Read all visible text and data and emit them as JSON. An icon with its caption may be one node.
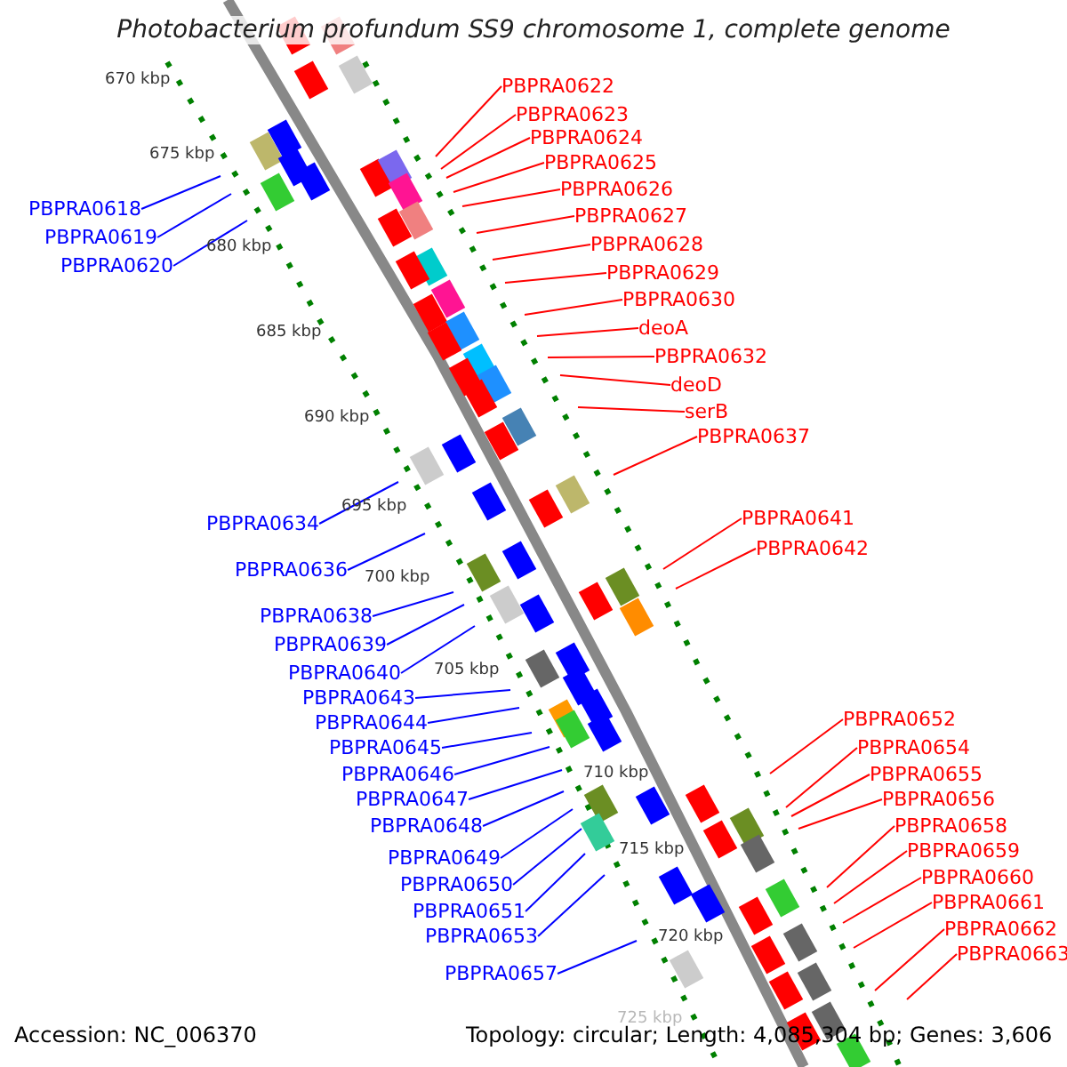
{
  "diagram": {
    "title": "Photobacterium profundum SS9 chromosome 1, complete genome",
    "nodes": [
      {
        "text": [
          "PBPRA0618"
        ]
      },
      {
        "text": [
          "PBPRA0619"
        ]
      },
      {
        "text": [
          "PBPRA0620"
        ]
      },
      {
        "text": [
          "PBPRA0634"
        ]
      },
      {
        "text": [
          "PBPRA0636"
        ]
      },
      {
        "text": [
          "PBPRA0638"
        ]
      },
      {
        "text": [
          "PBPRA0639"
        ]
      },
      {
        "text": [
          "PBPRA0640"
        ]
      },
      {
        "text": [
          "PBPRA0643"
        ]
      },
      {
        "text": [
          "PBPRA0644"
        ]
      },
      {
        "text": [
          "PBPRA0645"
        ]
      },
      {
        "text": [
          "PBPRA0646"
        ]
      },
      {
        "text": [
          "PBPRA0647"
        ]
      },
      {
        "text": [
          "PBPRA0648"
        ]
      },
      {
        "text": [
          "PBPRA0649"
        ]
      },
      {
        "text": [
          "PBPRA0650"
        ]
      },
      {
        "text": [
          "PBPRA0651"
        ]
      },
      {
        "text": [
          "PBPRA0653"
        ]
      },
      {
        "text": [
          "PBPRA0657"
        ]
      },
      {
        "text": [
          "PBPRA0622"
        ]
      },
      {
        "text": [
          "PBPRA0623"
        ]
      },
      {
        "text": [
          "PBPRA0624"
        ]
      },
      {
        "text": [
          "PBPRA0625"
        ]
      },
      {
        "text": [
          "PBPRA0626"
        ]
      },
      {
        "text": [
          "PBPRA0627"
        ]
      },
      {
        "text": [
          "PBPRA0628"
        ]
      },
      {
        "text": [
          "PBPRA0629"
        ]
      },
      {
        "text": [
          "PBPRA0630"
        ]
      },
      {
        "text": [
          "deoA"
        ]
      },
      {
        "text": [
          "PBPRA0632"
        ]
      },
      {
        "text": [
          "deoD"
        ]
      },
      {
        "text": [
          "serB"
        ]
      },
      {
        "text": [
          "PBPRA0637"
        ]
      },
      {
        "text": [
          "PBPRA0641"
        ]
      },
      {
        "text": [
          "PBPRA0642"
        ]
      },
      {
        "text": [
          "PBPRA0652"
        ]
      },
      {
        "text": [
          "PBPRA0654"
        ]
      },
      {
        "text": [
          "PBPRA0655"
        ]
      },
      {
        "text": [
          "PBPRA0656"
        ]
      },
      {
        "text": [
          "PBPRA0658"
        ]
      },
      {
        "text": [
          "PBPRA0659"
        ]
      },
      {
        "text": [
          "PBPRA0660"
        ]
      },
      {
        "text": [
          "PBPRA0661"
        ]
      },
      {
        "text": [
          "PBPRA0662"
        ]
      },
      {
        "text": [
          "PBPRA0663"
        ]
      }
    ],
    "edges": [
      {
        "from": 0,
        "to": null,
        "arrow": "none",
        "color": "#0000ff"
      },
      {
        "from": 1,
        "to": null,
        "arrow": "none",
        "color": "#0000ff"
      },
      {
        "from": 2,
        "to": null,
        "arrow": "none",
        "color": "#0000ff"
      },
      {
        "from": 3,
        "to": null,
        "arrow": "none",
        "color": "#0000ff"
      },
      {
        "from": 4,
        "to": null,
        "arrow": "none",
        "color": "#0000ff"
      },
      {
        "from": 5,
        "to": null,
        "arrow": "none",
        "color": "#0000ff"
      },
      {
        "from": 6,
        "to": null,
        "arrow": "none",
        "color": "#0000ff"
      },
      {
        "from": 7,
        "to": null,
        "arrow": "none",
        "color": "#0000ff"
      },
      {
        "from": 8,
        "to": null,
        "arrow": "none",
        "color": "#0000ff"
      },
      {
        "from": 9,
        "to": null,
        "arrow": "none",
        "color": "#0000ff"
      },
      {
        "from": 10,
        "to": null,
        "arrow": "none",
        "color": "#0000ff"
      },
      {
        "from": 11,
        "to": null,
        "arrow": "none",
        "color": "#0000ff"
      },
      {
        "from": 12,
        "to": null,
        "arrow": "none",
        "color": "#0000ff"
      },
      {
        "from": 13,
        "to": null,
        "arrow": "none",
        "color": "#0000ff"
      },
      {
        "from": 14,
        "to": null,
        "arrow": "none",
        "color": "#0000ff"
      },
      {
        "from": 15,
        "to": null,
        "arrow": "none",
        "color": "#0000ff"
      },
      {
        "from": 16,
        "to": null,
        "arrow": "none",
        "color": "#0000ff"
      },
      {
        "from": 17,
        "to": null,
        "arrow": "none",
        "color": "#0000ff"
      },
      {
        "from": 18,
        "to": null,
        "arrow": "none",
        "color": "#0000ff"
      },
      {
        "from": 19,
        "to": null,
        "arrow": "none"
      },
      {
        "from": 20,
        "to": null,
        "arrow": "none"
      },
      {
        "from": 21,
        "to": null,
        "arrow": "none"
      },
      {
        "from": 22,
        "to": null,
        "arrow": "none"
      },
      {
        "from": 23,
        "to": null,
        "arrow": "none"
      },
      {
        "from": 24,
        "to": null,
        "arrow": "none"
      },
      {
        "from": 25,
        "to": null,
        "arrow": "none"
      },
      {
        "from": 26,
        "to": null,
        "arrow": "none"
      },
      {
        "from": 27,
        "to": null,
        "arrow": "none"
      },
      {
        "from": 28,
        "to": null,
        "arrow": "none"
      },
      {
        "from": 29,
        "to": null,
        "arrow": "none"
      },
      {
        "from": 30,
        "to": null,
        "arrow": "none"
      },
      {
        "from": 31,
        "to": null,
        "arrow": "none"
      },
      {
        "from": 32,
        "to": null,
        "arrow": "none"
      },
      {
        "from": 33,
        "to": null,
        "arrow": "none"
      },
      {
        "from": 34,
        "to": null,
        "arrow": "none"
      },
      {
        "from": 35,
        "to": null,
        "arrow": "none"
      },
      {
        "from": 36,
        "to": null,
        "arrow": "none"
      },
      {
        "from": 37,
        "to": null,
        "arrow": "none"
      },
      {
        "from": 38,
        "to": null,
        "arrow": "none"
      },
      {
        "from": 39,
        "to": null,
        "arrow": "none"
      },
      {
        "from": 40,
        "to": null,
        "arrow": "none"
      },
      {
        "from": 41,
        "to": null,
        "arrow": "none"
      },
      {
        "from": 42,
        "to": null,
        "arrow": "none"
      },
      {
        "from": 43,
        "to": null,
        "arrow": "none"
      },
      {
        "from": 44,
        "to": null,
        "arrow": "none"
      }
    ],
    "labels": [
      "670 kbp",
      "675 kbp",
      "680 kbp",
      "685 kbp",
      "690 kbp",
      "695 kbp",
      "700 kbp",
      "705 kbp",
      "710 kbp",
      "715 kbp",
      "720 kbp",
      "725 kbp",
      "Accession: NC_006370",
      "Topology: circular; Length: 4,085,304 bp; Genes: 3,606"
    ]
  }
}
